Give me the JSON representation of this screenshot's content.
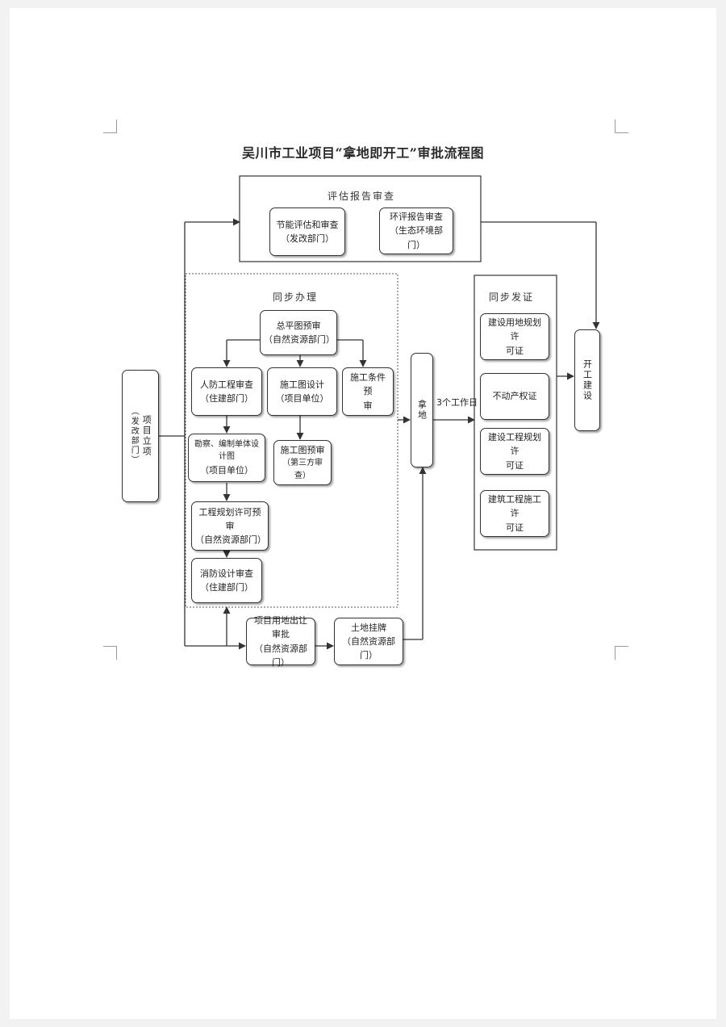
{
  "title": "吴川市工业项目“拿地即开工”审批流程图",
  "groups": {
    "evaluation": "评估报告审查",
    "parallel": "同步办理",
    "certificates": "同步发证"
  },
  "nodes": {
    "project_approval": {
      "line1": "项目立项",
      "line2": "（发改部门）"
    },
    "energy_review": {
      "line1": "节能评估和审查",
      "line2": "（发改部门）"
    },
    "env_review": {
      "line1": "环评报告审查",
      "line2": "（生态环境部门）"
    },
    "site_plan": {
      "line1": "总平图预审",
      "line2": "（自然资源部门）"
    },
    "civil_defense": {
      "line1": "人防工程审查",
      "line2": "（住建部门）"
    },
    "construction_drawing": {
      "line1": "施工图设计",
      "line2": "（项目单位）"
    },
    "construction_conditions": {
      "line1": "施工条件预",
      "line2": "审"
    },
    "survey_design": {
      "line1": "勘察、编制单体设计图",
      "line2": "（项目单位）"
    },
    "drawing_review": {
      "line1": "施工图预审",
      "line2": "（第三方审查）"
    },
    "planning_permit_pre": {
      "line1": "工程规划许可预审",
      "line2": "（自然资源部门）"
    },
    "fire_review": {
      "line1": "消防设计审查",
      "line2": "（住建部门）"
    },
    "land_transfer": {
      "line1": "项目用地出让审批",
      "line2": "（自然资源部门）"
    },
    "land_listing": {
      "line1": "土地挂牌",
      "line2": "（自然资源部门）"
    },
    "get_land": {
      "line1": "拿地"
    },
    "cert_land_use": {
      "line1": "建设用地规划许",
      "line2": "可证"
    },
    "cert_property": {
      "line1": "不动产权证"
    },
    "cert_planning": {
      "line1": "建设工程规划许",
      "line2": "可证"
    },
    "cert_construction": {
      "line1": "建筑工程施工许",
      "line2": "可证"
    },
    "start_construction": {
      "line1": "开工建设"
    }
  },
  "edge_labels": {
    "three_days": "3个工作日"
  }
}
